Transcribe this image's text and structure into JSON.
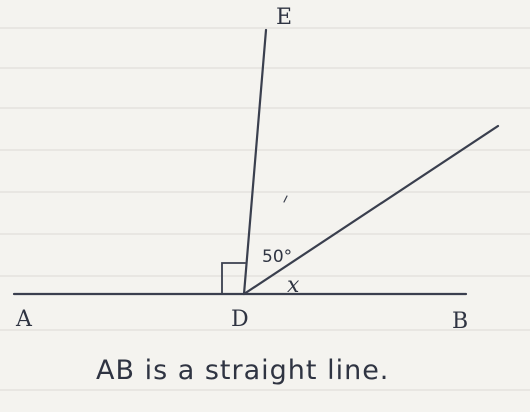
{
  "diagram": {
    "points": {
      "a": "A",
      "b": "B",
      "d": "D",
      "e": "E"
    },
    "angle_given": "50°",
    "angle_unknown": "x",
    "right_angle_marker": "right-angle-marker",
    "caption": "AB is a straight line."
  }
}
